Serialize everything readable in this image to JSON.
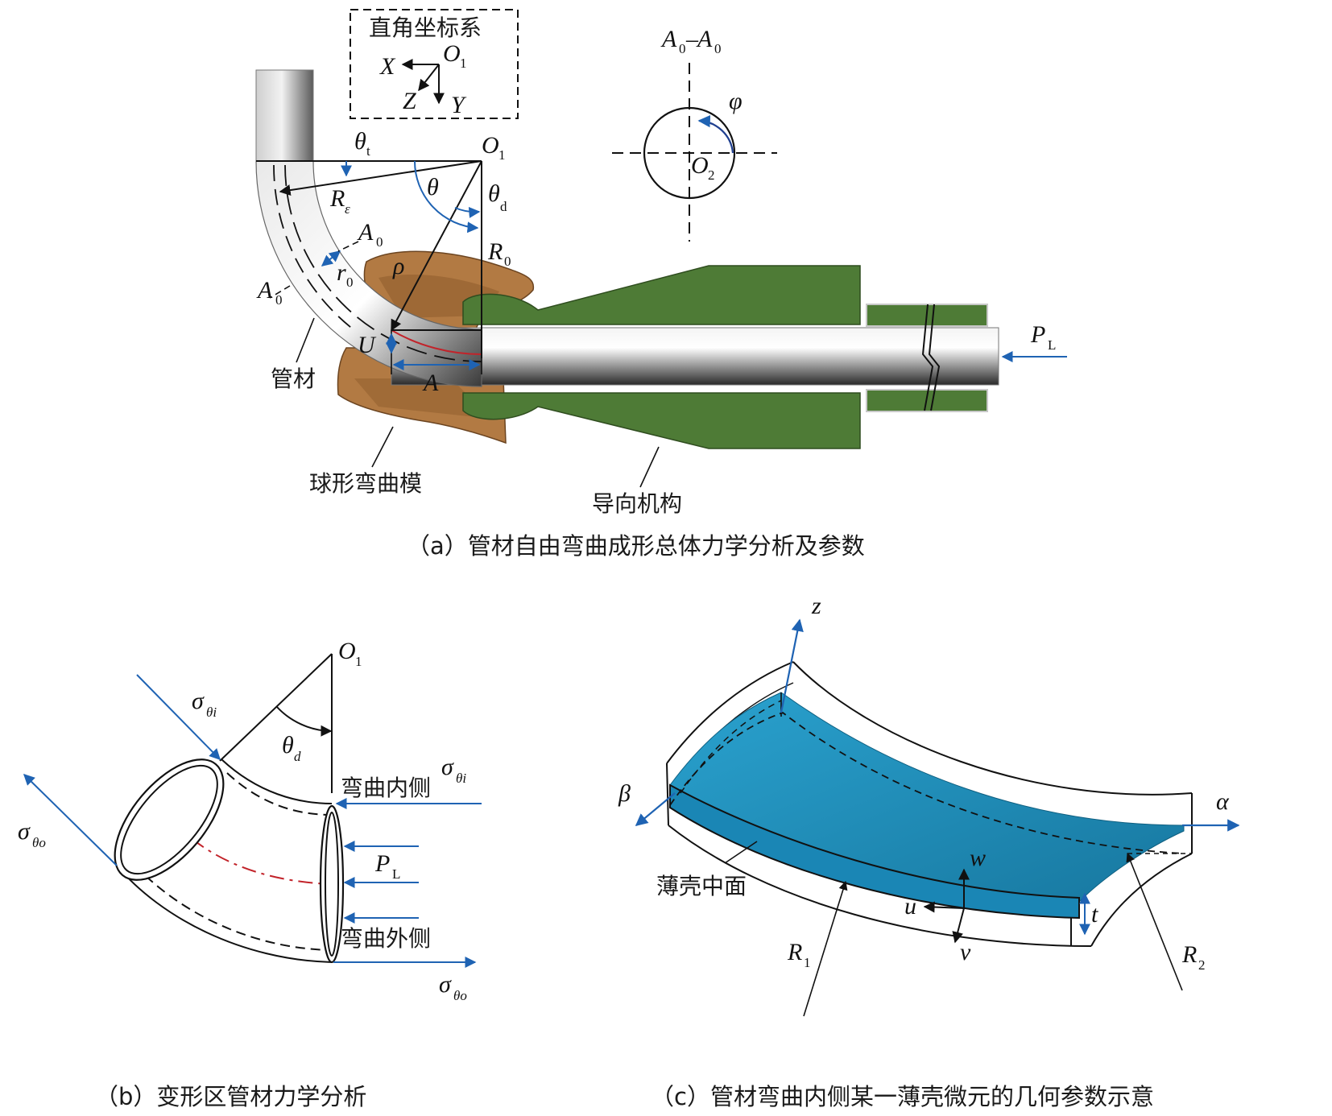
{
  "colors": {
    "arrow_blue": "#1f63b3",
    "curve_red": "#c2232a",
    "guide_green": "#4e7b36",
    "die_brown": "#b07a40",
    "shell_blue": "#1f93c0"
  },
  "panel_a": {
    "coord_box_title": "直角坐标系",
    "axis_x": "X",
    "axis_y": "Y",
    "axis_z": "Z",
    "origin": "O",
    "origin_sub": "1",
    "section_label": "A",
    "section_sub": "0",
    "section_dash": "–",
    "phi": "φ",
    "o2": "O",
    "o2_sub": "2",
    "theta_t": "θ",
    "theta_t_sub": "t",
    "theta": "θ",
    "theta_d": "θ",
    "theta_d_sub": "d",
    "r_eps": "R",
    "r_eps_sub": "ε",
    "r0_big": "R",
    "r0_big_sub": "0",
    "rho": "ρ",
    "r0_small": "r",
    "r0_small_sub": "0",
    "u": "U",
    "a": "A",
    "pl": "P",
    "pl_sub": "L",
    "label_tube": "管材",
    "label_die": "球形弯曲模",
    "label_guide": "导向机构",
    "caption": "（a）管材自由弯曲成形总体力学分析及参数"
  },
  "panel_b": {
    "o1": "O",
    "o1_sub": "1",
    "sigma": "σ",
    "sigma_i_sub": "θi",
    "sigma_o_sub": "θo",
    "theta_d": "θ",
    "theta_d_sub": "d",
    "pl": "P",
    "pl_sub": "L",
    "label_inner": "弯曲内侧",
    "label_outer": "弯曲外侧",
    "caption": "（b）变形区管材力学分析"
  },
  "panel_c": {
    "z": "z",
    "alpha": "α",
    "beta": "β",
    "w": "w",
    "u": "u",
    "v": "v",
    "t": "t",
    "r1": "R",
    "r1_sub": "1",
    "r2": "R",
    "r2_sub": "2",
    "label_midsurface": "薄壳中面",
    "caption": "（c）管材弯曲内侧某一薄壳微元的几何参数示意"
  },
  "icons": [
    "arrow-right-icon",
    "arrow-left-icon",
    "rotation-arrow-icon"
  ]
}
